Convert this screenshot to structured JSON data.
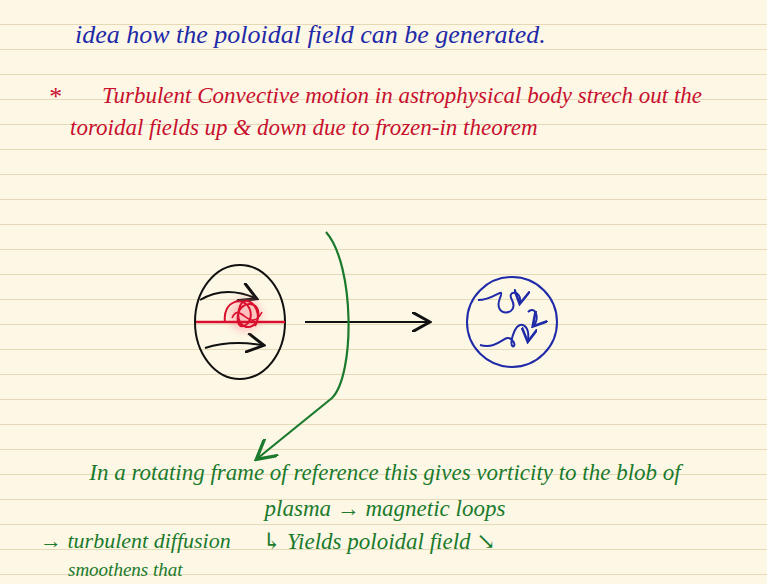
{
  "diagram": {
    "labels": [
      "idea how the poloidal field can be generated.",
      "*",
      "Turbulent Convective motion in astrophysical body strech out the toroidal fields up & down due to frozen-in theorem",
      "In a rotating frame of reference this gives vorticity to the blob of plasma → magnetic loops",
      "→ turbulent diffusion",
      "↳ Yields poloidal field ↘",
      "smoothens that"
    ]
  }
}
